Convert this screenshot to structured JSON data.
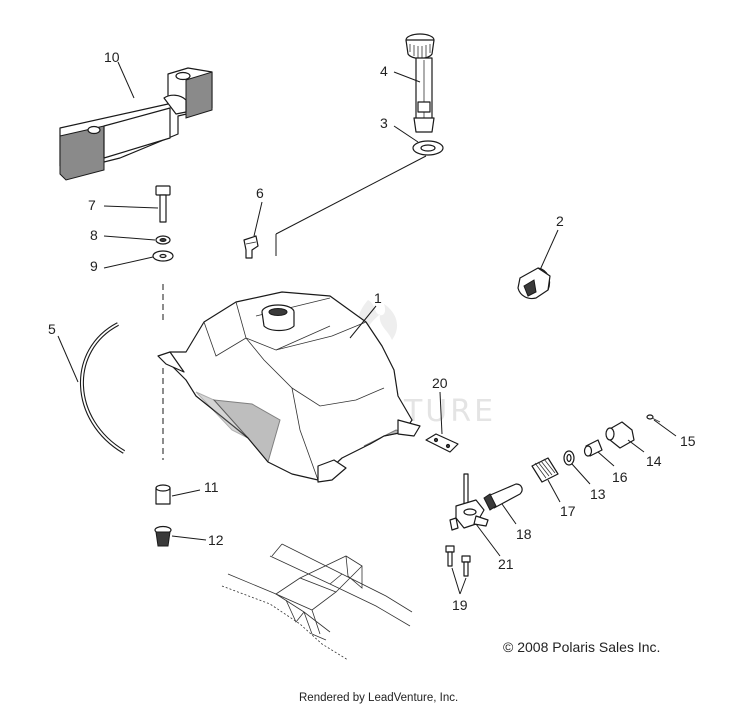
{
  "labels": {
    "p1": "1",
    "p2": "2",
    "p3": "3",
    "p4": "4",
    "p5": "5",
    "p6": "6",
    "p7": "7",
    "p8": "8",
    "p9": "9",
    "p10": "10",
    "p11": "11",
    "p12": "12",
    "p13": "13",
    "p14": "14",
    "p15": "15",
    "p16": "16",
    "p17": "17",
    "p18": "18",
    "p19": "19",
    "p20": "20",
    "p21": "21"
  },
  "copyright": "© 2008 Polaris Sales Inc.",
  "rendered_by": "Rendered by LeadVenture, Inc.",
  "watermark": "EADVENTURE"
}
